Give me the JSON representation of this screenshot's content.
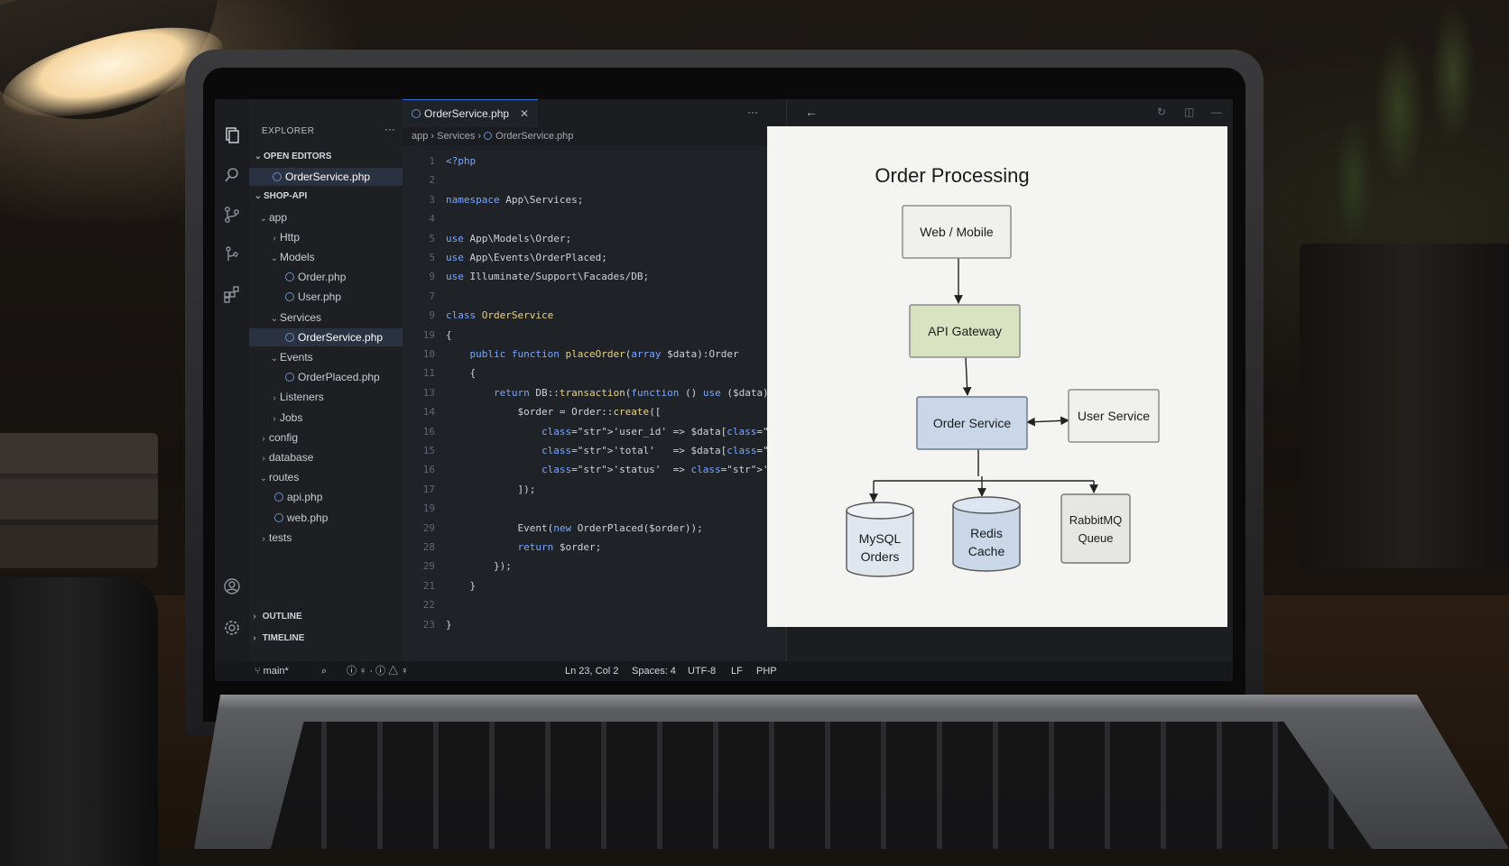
{
  "explorer": {
    "title": "EXPLORER",
    "more": "···",
    "open_editors_label": "OPEN EDITORS",
    "open_editors": [
      "OrderService.php"
    ],
    "project_label": "SHOP-API",
    "tree": [
      {
        "label": "app",
        "depth": 0,
        "type": "folder",
        "open": true
      },
      {
        "label": "Http",
        "depth": 1,
        "type": "folder",
        "open": false
      },
      {
        "label": "Models",
        "depth": 1,
        "type": "folder",
        "open": true
      },
      {
        "label": "Order.php",
        "depth": 2,
        "type": "file"
      },
      {
        "label": "User.php",
        "depth": 2,
        "type": "file"
      },
      {
        "label": "Services",
        "depth": 1,
        "type": "folder",
        "open": true
      },
      {
        "label": "OrderService.php",
        "depth": 2,
        "type": "file",
        "active": true
      },
      {
        "label": "Events",
        "depth": 1,
        "type": "folder",
        "open": true
      },
      {
        "label": "OrderPlaced.php",
        "depth": 2,
        "type": "file"
      },
      {
        "label": "Listeners",
        "depth": 1,
        "type": "folder",
        "open": false
      },
      {
        "label": "Jobs",
        "depth": 1,
        "type": "folder",
        "open": false
      },
      {
        "label": "config",
        "depth": 0,
        "type": "folder",
        "open": false
      },
      {
        "label": "database",
        "depth": 0,
        "type": "folder",
        "open": false
      },
      {
        "label": "routes",
        "depth": 0,
        "type": "folder",
        "open": true
      },
      {
        "label": "api.php",
        "depth": 1,
        "type": "file"
      },
      {
        "label": "web.php",
        "depth": 1,
        "type": "file"
      },
      {
        "label": "tests",
        "depth": 0,
        "type": "folder",
        "open": false
      }
    ],
    "outline_label": "OUTLINE",
    "timeline_label": "TIMELINE"
  },
  "tab": {
    "label": "OrderService.php",
    "close": "✕",
    "more": "···"
  },
  "breadcrumbs": [
    "app",
    "Services",
    "OrderService.php"
  ],
  "code": [
    {
      "ln": "1",
      "text": "<?php"
    },
    {
      "ln": "2",
      "text": ""
    },
    {
      "ln": "3",
      "text": "namespace App\\Services;"
    },
    {
      "ln": "4",
      "text": ""
    },
    {
      "ln": "5",
      "text": "use App\\Models\\Order;"
    },
    {
      "ln": "5",
      "text": "use App\\Events\\OrderPlaced;"
    },
    {
      "ln": "9",
      "text": "use Illuminate/Support\\Facades/DB;"
    },
    {
      "ln": "7",
      "text": ""
    },
    {
      "ln": "9",
      "text": "class OrderService"
    },
    {
      "ln": "19",
      "text": "{"
    },
    {
      "ln": "10",
      "text": "    public function placeOrder(array $data):Order"
    },
    {
      "ln": "11",
      "text": "    {"
    },
    {
      "ln": "13",
      "text": "        return DB::transaction(function () use ($data) {"
    },
    {
      "ln": "14",
      "text": "            $order = Order::create(["
    },
    {
      "ln": "16",
      "text": "                'user_id' => $data['user_id'],"
    },
    {
      "ln": "15",
      "text": "                'total'   => $data['total'],"
    },
    {
      "ln": "16",
      "text": "                'status'  => 'pending',"
    },
    {
      "ln": "17",
      "text": "            ]);"
    },
    {
      "ln": "19",
      "text": ""
    },
    {
      "ln": "29",
      "text": "            Event(new OrderPlaced($order));"
    },
    {
      "ln": "28",
      "text": "            return $order;"
    },
    {
      "ln": "29",
      "text": "        });"
    },
    {
      "ln": "21",
      "text": "    }"
    },
    {
      "ln": "22",
      "text": ""
    },
    {
      "ln": "23",
      "text": "}"
    }
  ],
  "diagram": {
    "title": "Order Processing",
    "nodes": {
      "web": "Web / Mobile",
      "gateway": "API Gateway",
      "order": "Order Service",
      "user": "User Service",
      "mysql_1": "MySQL",
      "mysql_2": "Orders",
      "redis_1": "Redis",
      "redis_2": "Cache",
      "mq_1": "RabbitMQ",
      "mq_2": "Queue"
    },
    "colors": {
      "gateway": "#d9e3c2",
      "order": "#c9d7e8",
      "store": "#dfe6ee",
      "plain": "#f0f0ee"
    }
  },
  "status": {
    "branch": "main*",
    "position": "Ln 23, Col 2",
    "spaces": "Spaces: 4",
    "encoding": "UTF-8",
    "eol": "LF",
    "language": "PHP"
  },
  "icons": {
    "files": "files-icon",
    "search": "search-icon",
    "scm": "source-control-icon",
    "debug": "run-debug-icon",
    "extensions": "extensions-icon",
    "account": "account-icon",
    "settings": "gear-icon"
  }
}
